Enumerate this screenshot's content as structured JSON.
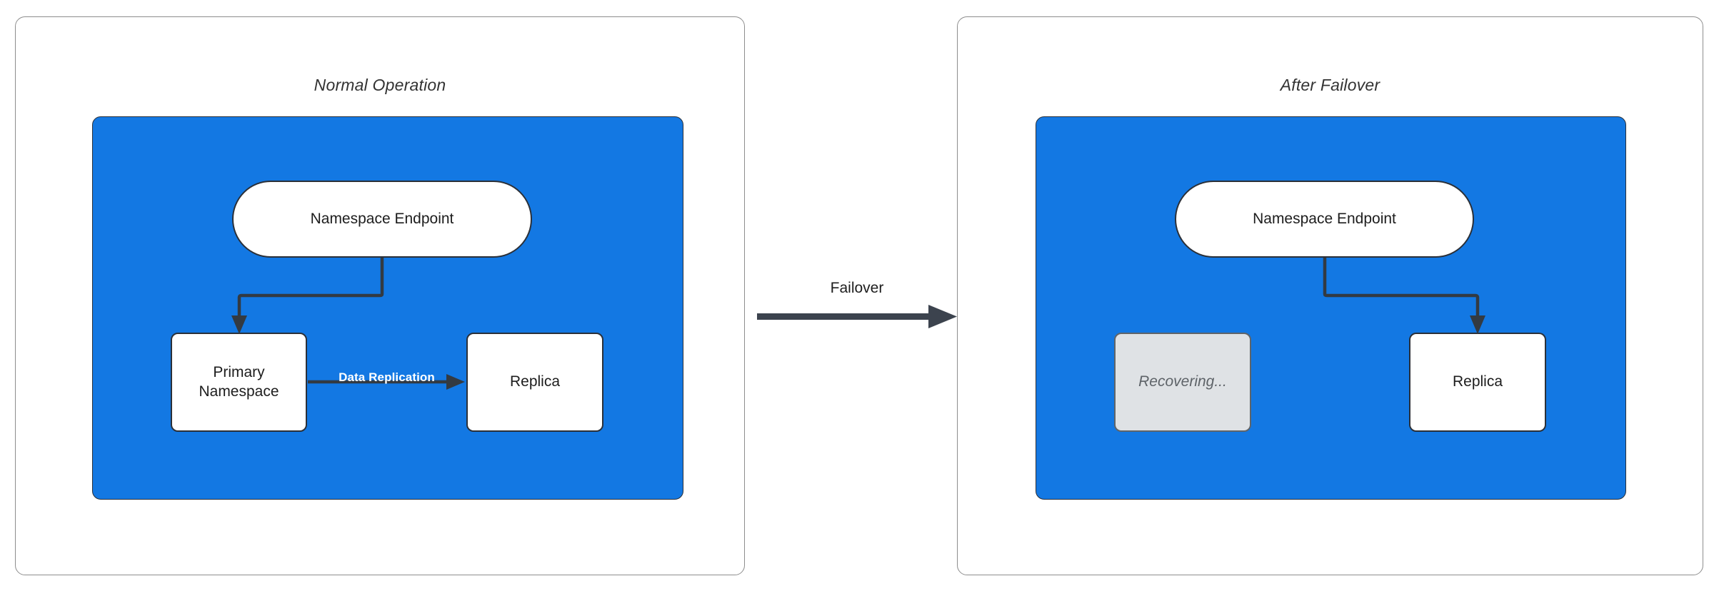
{
  "diagram": {
    "title_left": "Normal Operation",
    "title_right": "After Failover",
    "transition_label": "Failover",
    "accent_blue": "#1378E3",
    "node_stroke": "#2b3038",
    "muted_fill": "#dfe2e5",
    "edge_color": "#333a42"
  },
  "left_panel": {
    "title": "Normal Operation",
    "nodes": {
      "endpoint": "Namespace Endpoint",
      "primary": "Primary\nNamespace",
      "primary_line1": "Primary",
      "primary_line2": "Namespace",
      "replica": "Replica"
    },
    "edges": {
      "endpoint_to_primary": "",
      "replication": "Data Replication"
    }
  },
  "right_panel": {
    "title": "After Failover",
    "nodes": {
      "endpoint": "Namespace Endpoint",
      "recovering": "Recovering...",
      "replica": "Replica"
    },
    "edges": {
      "endpoint_to_replica": ""
    }
  }
}
